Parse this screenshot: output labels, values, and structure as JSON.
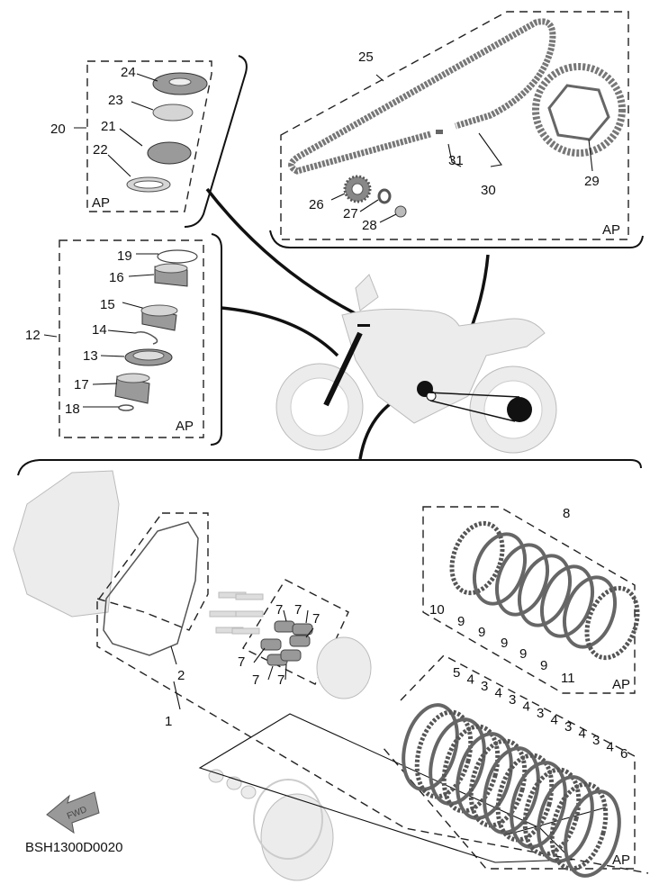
{
  "diagram": {
    "code": "BSH1300D0020",
    "fwd_label": "FWD",
    "ap_label": "AP",
    "groups": {
      "steering_upper": {
        "set_label": "20",
        "parts": [
          "24",
          "23",
          "21",
          "22"
        ]
      },
      "steering_lower": {
        "set_label": "12",
        "parts": [
          "19",
          "16",
          "15",
          "14",
          "13",
          "17",
          "18"
        ]
      },
      "drive_chain": {
        "parts": [
          "25",
          "26",
          "27",
          "28",
          "29",
          "30",
          "31"
        ]
      },
      "clutch": {
        "set_label": "1",
        "gasket": "2",
        "springs": [
          "7",
          "7",
          "7",
          "7",
          "7",
          "7"
        ],
        "kit_8": {
          "set_label": "8",
          "plates": [
            "10",
            "9",
            "9",
            "9",
            "9",
            "9",
            "11"
          ]
        },
        "plates_stack": [
          "5",
          "4",
          "3",
          "4",
          "3",
          "4",
          "3",
          "4",
          "3",
          "4",
          "3",
          "4",
          "6"
        ]
      }
    }
  }
}
